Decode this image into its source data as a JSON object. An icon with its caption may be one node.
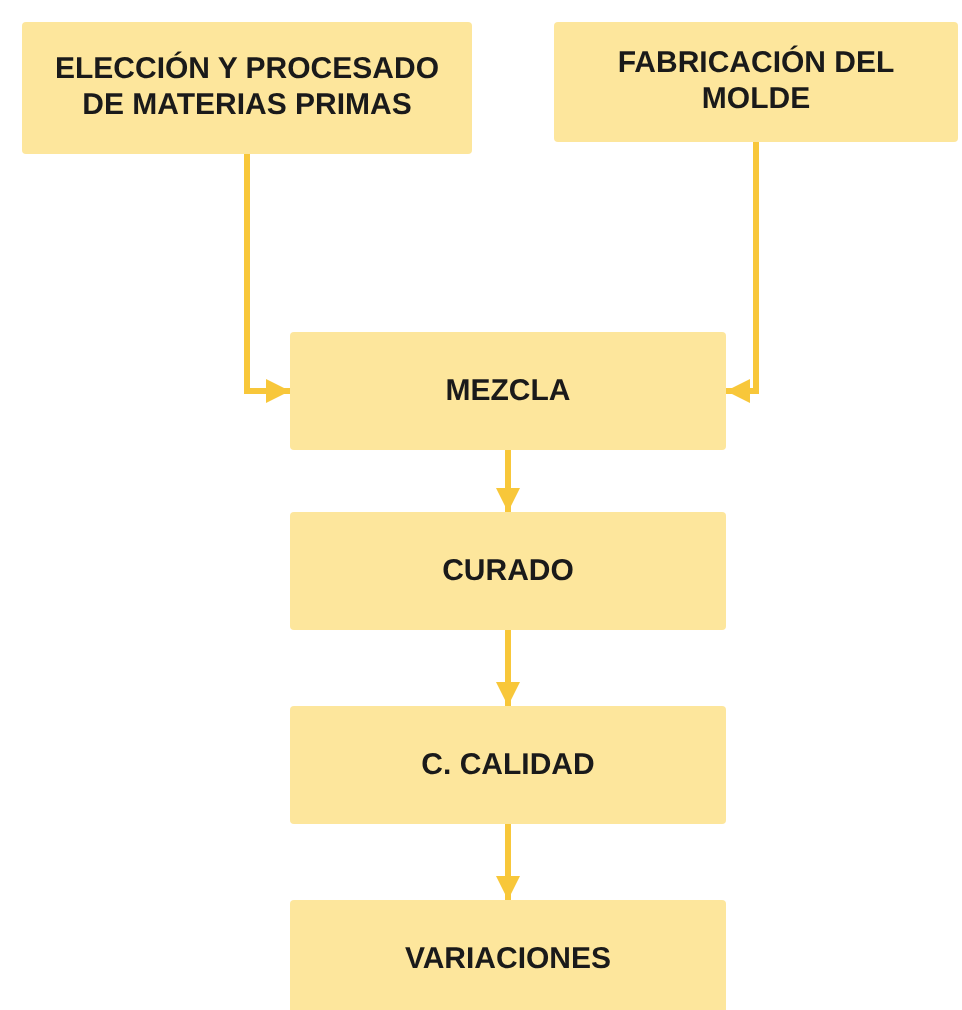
{
  "diagram": {
    "nodes": [
      {
        "text": [
          "ELECCIÓN Y PROCESADO DE MATERIAS PRIMAS"
        ]
      },
      {
        "text": [
          "FABRICACIÓN DEL MOLDE"
        ]
      },
      {
        "text": [
          "MEZCLA"
        ]
      },
      {
        "text": [
          "CURADO"
        ]
      },
      {
        "text": [
          "C. CALIDAD"
        ]
      },
      {
        "text": [
          "VARIACIONES"
        ]
      }
    ],
    "edges": [
      {
        "from": 0,
        "to": 2,
        "arrow": "to"
      },
      {
        "from": 1,
        "to": 2,
        "arrow": "to"
      },
      {
        "from": 2,
        "to": 3,
        "arrow": "to"
      },
      {
        "from": 3,
        "to": 4,
        "arrow": "to"
      },
      {
        "from": 4,
        "to": 5,
        "arrow": "to"
      }
    ]
  }
}
